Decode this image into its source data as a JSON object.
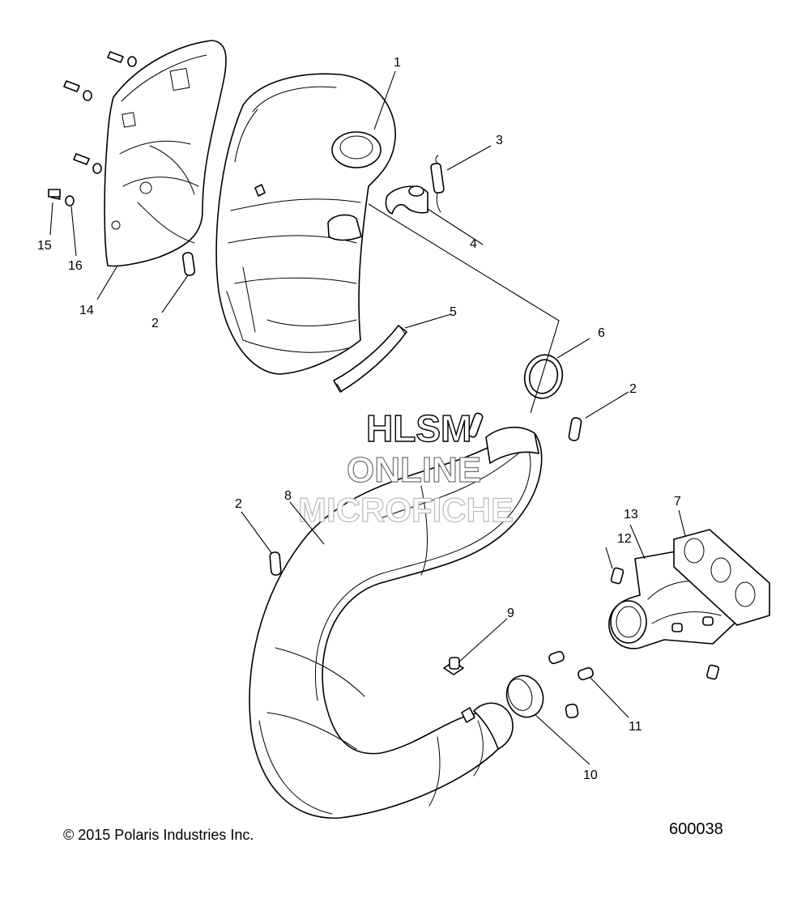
{
  "watermark": {
    "line1": "HLSM",
    "line2": "ONLINE",
    "line3": "MICROFICHE"
  },
  "callouts": {
    "c1": "1",
    "c2a": "2",
    "c2b": "2",
    "c2c": "2",
    "c3": "3",
    "c4": "4",
    "c5": "5",
    "c6": "6",
    "c7": "7",
    "c8": "8",
    "c9": "9",
    "c10": "10",
    "c11": "11",
    "c12": "12",
    "c13": "13",
    "c14": "14",
    "c15": "15",
    "c16": "16"
  },
  "footer": {
    "copyright": "© 2015 Polaris Industries Inc.",
    "figure_id": "600038"
  },
  "colors": {
    "line": "#000000",
    "background": "#ffffff"
  }
}
